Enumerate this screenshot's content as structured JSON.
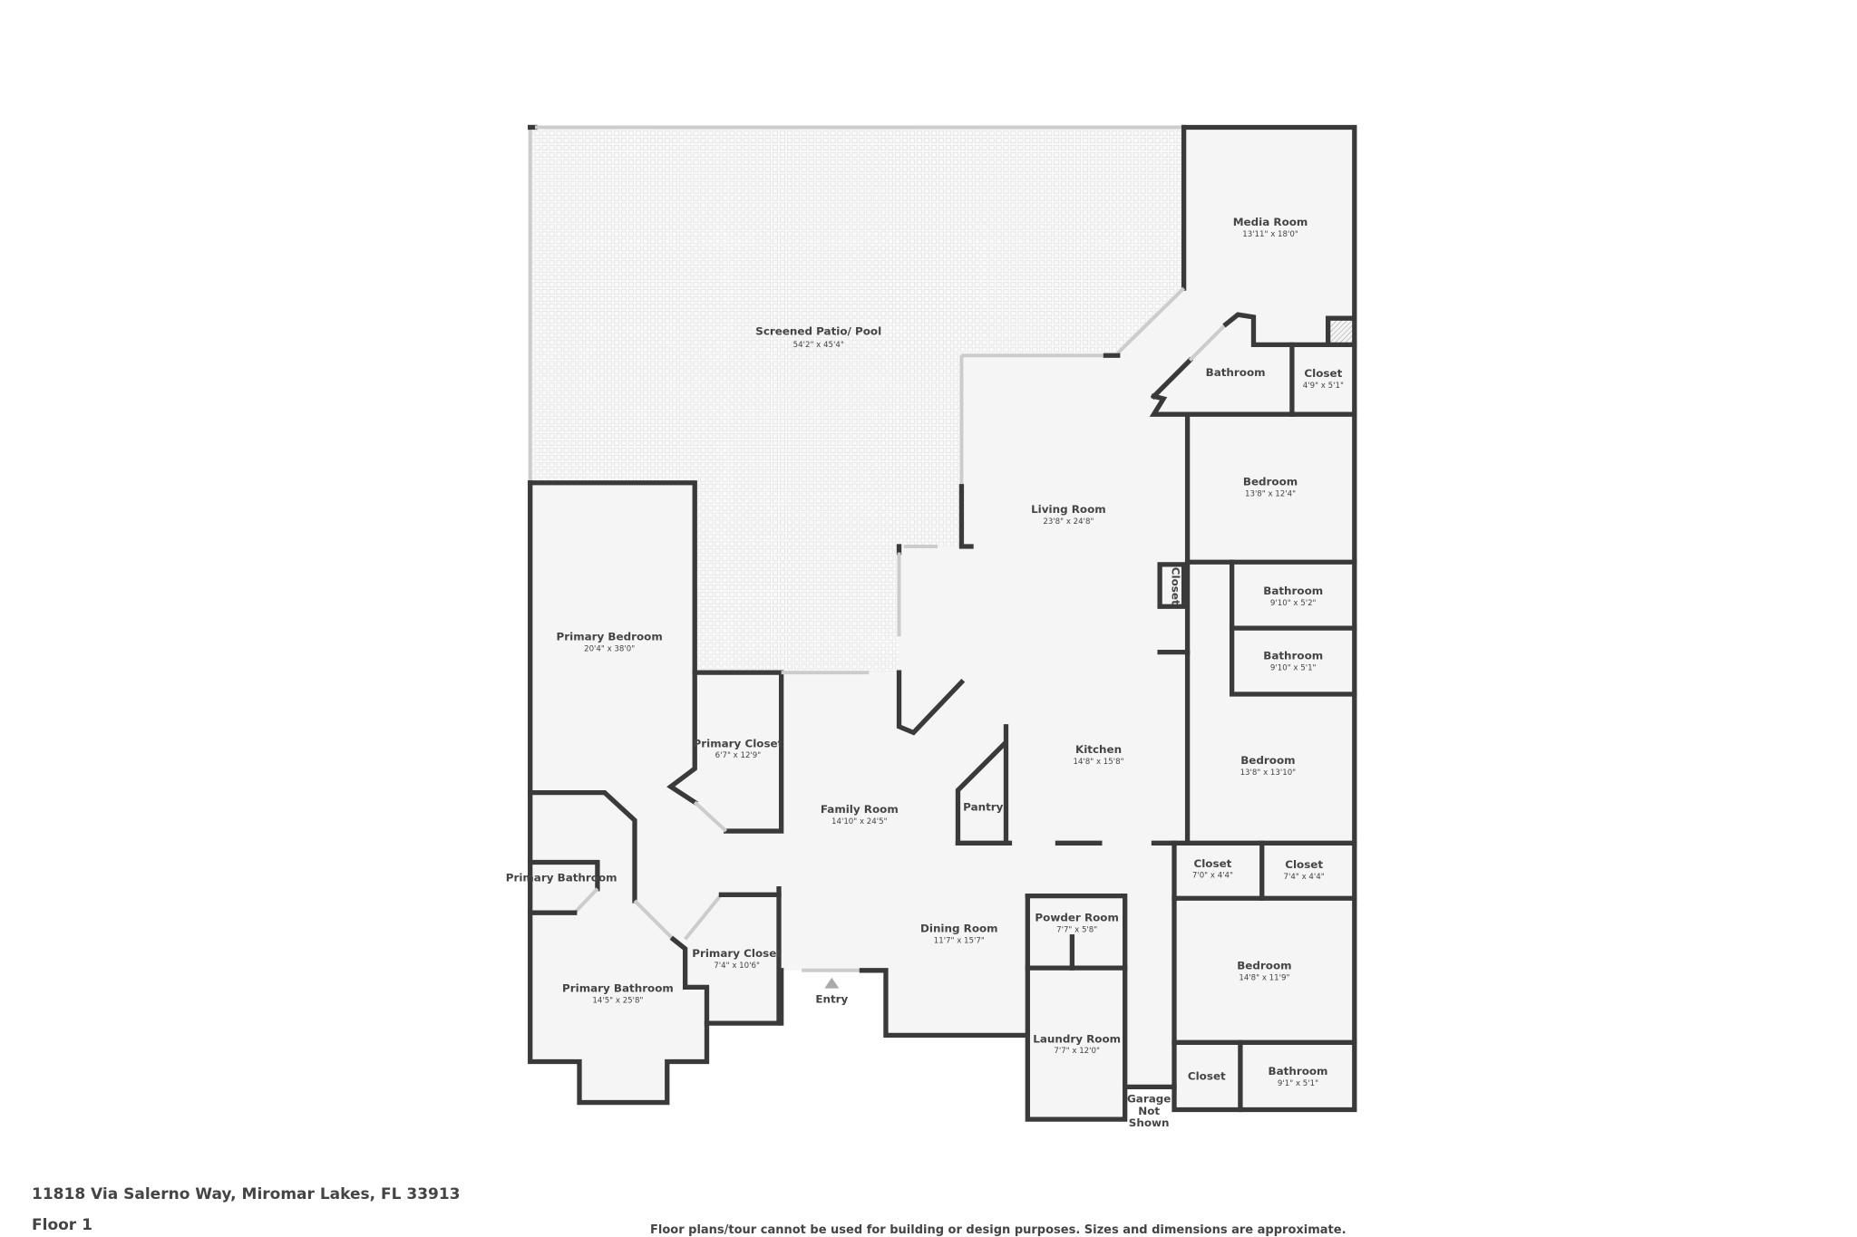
{
  "colors": {
    "wall": "#3a3a3a",
    "floor": "#f5f5f5",
    "patio_pattern": "#e2e2e2"
  },
  "rooms": [
    {
      "name": "Screened Patio/ Pool",
      "dims": "54'2\" x 45'4\""
    },
    {
      "name": "Media Room",
      "dims": "13'11\" x 18'0\""
    },
    {
      "name": "Bathroom",
      "dims": ""
    },
    {
      "name": "Closet",
      "dims": "4'9\" x 5'1\""
    },
    {
      "name": "Bedroom",
      "dims": "13'8\" x 12'4\""
    },
    {
      "name": "Living Room",
      "dims": "23'8\" x 24'8\""
    },
    {
      "name": "Closet",
      "dims": ""
    },
    {
      "name": "Bathroom",
      "dims": "9'10\" x 5'2\""
    },
    {
      "name": "Bathroom",
      "dims": "9'10\" x 5'1\""
    },
    {
      "name": "Primary Bedroom",
      "dims": "20'4\" x 38'0\""
    },
    {
      "name": "Primary Closet",
      "dims": "6'7\" x 12'9\""
    },
    {
      "name": "Kitchen",
      "dims": "14'8\" x 15'8\""
    },
    {
      "name": "Bedroom",
      "dims": "13'8\" x 13'10\""
    },
    {
      "name": "Pantry",
      "dims": ""
    },
    {
      "name": "Family Room",
      "dims": "14'10\" x 24'5\""
    },
    {
      "name": "Closet",
      "dims": "7'0\" x 4'4\""
    },
    {
      "name": "Closet",
      "dims": "7'4\" x 4'4\""
    },
    {
      "name": "Primary Bathroom",
      "dims": ""
    },
    {
      "name": "Powder Room",
      "dims": "7'7\" x 5'8\""
    },
    {
      "name": "Dining Room",
      "dims": "11'7\" x 15'7\""
    },
    {
      "name": "Primary Closet",
      "dims": "7'4\" x 10'6\""
    },
    {
      "name": "Bedroom",
      "dims": "14'8\" x 11'9\""
    },
    {
      "name": "Primary Bathroom",
      "dims": "14'5\" x 25'8\""
    },
    {
      "name": "Laundry Room",
      "dims": "7'7\" x 12'0\""
    },
    {
      "name": "Closet",
      "dims": ""
    },
    {
      "name": "Bathroom",
      "dims": "9'1\" x 5'1\""
    }
  ],
  "entry_label": "Entry",
  "garage_label": [
    "Garage",
    "Not",
    "Shown"
  ],
  "footer": {
    "address": "11818 Via Salerno Way, Miromar Lakes, FL 33913",
    "floor": "Floor 1",
    "disclaimer": "Floor plans/tour cannot be used for building or design purposes. Sizes and dimensions are approximate."
  }
}
